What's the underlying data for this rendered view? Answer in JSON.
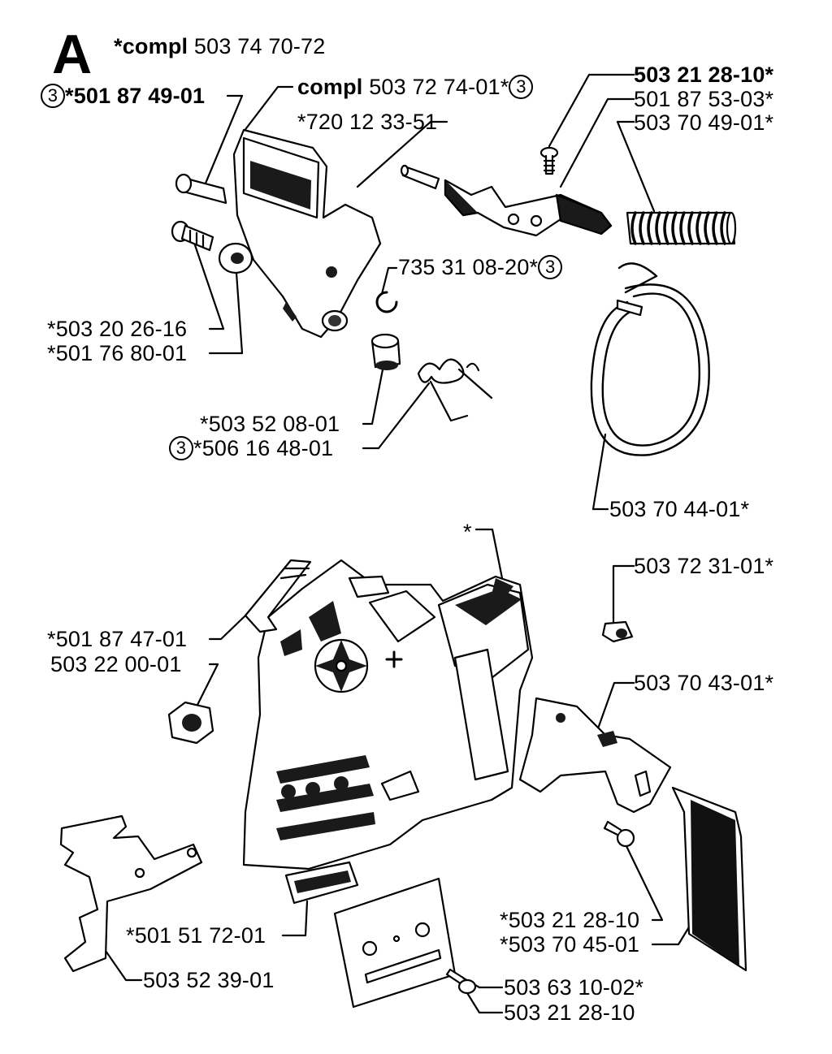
{
  "section_letter": "A",
  "circle_number": "3",
  "labels": {
    "compl_main_prefix": "*compl",
    "compl_main_number": "503 74 70-72",
    "p501874901": "*501 87 49-01",
    "compl_cover_prefix": "compl",
    "compl_cover_number": "503 72 74-01*",
    "p503212810_bold": "503 21 28-10*",
    "p501875303": "501 87 53-03*",
    "p503704901": "503 70 49-01*",
    "p720123351": "*720 12 33-51",
    "p735310820": "735 31 08-20*",
    "p503202616": "*503 20 26-16",
    "p501768001": "*501 76 80-01",
    "p503520801": "*503 52 08-01",
    "p506164801": "*506 16 48-01",
    "p503704401": "503 70 44-01*",
    "asterisk": "*",
    "p503723101": "503 72 31-01*",
    "p501874701": "*501 87 47-01",
    "p503220001": "503 22 00-01",
    "p503704301": "503 70 43-01*",
    "p503212810_star": "*503 21 28-10",
    "p503704501": "*503 70 45-01",
    "p501517201": "*501 51 72-01",
    "p503523901": "503 52 39-01",
    "p503631002": "503 63 10-02*",
    "p503212810": "503 21 28-10"
  }
}
